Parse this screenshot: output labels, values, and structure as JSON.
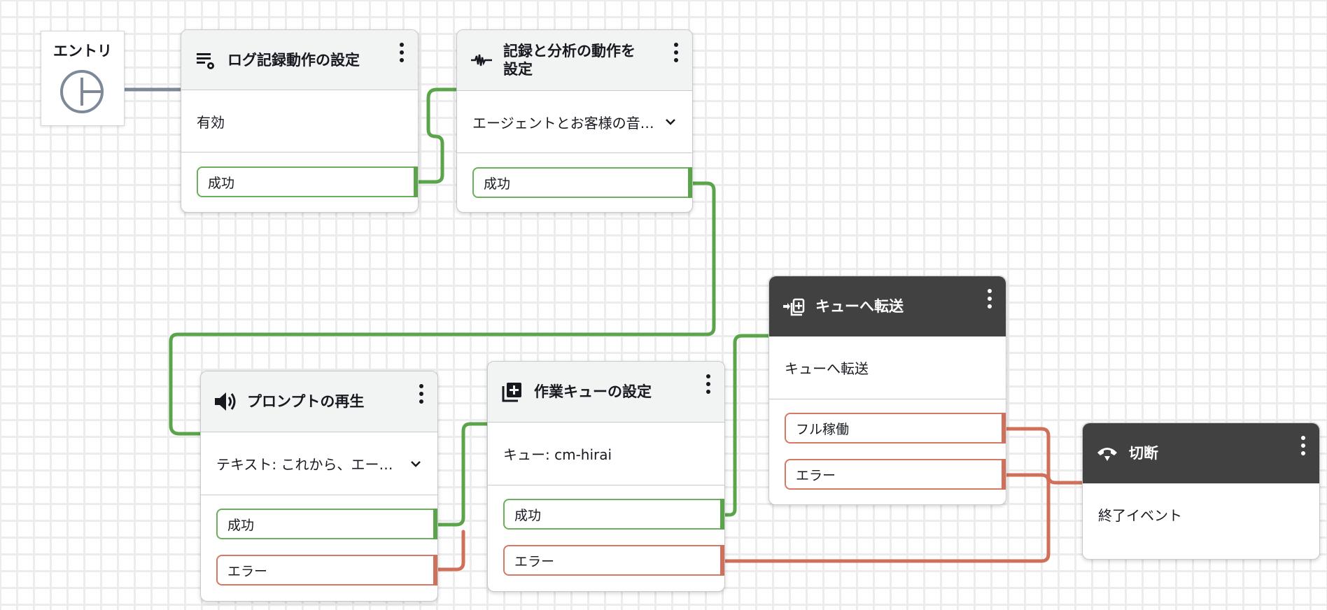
{
  "entry": {
    "label": "エントリ"
  },
  "blocks": {
    "logging": {
      "title": "ログ記録動作の設定",
      "body": "有効",
      "branches": [
        "成功"
      ]
    },
    "recording": {
      "title": "記録と分析の動作を設定",
      "body": "エージェントとお客様の音…",
      "branches": [
        "成功"
      ]
    },
    "prompt": {
      "title": "プロンプトの再生",
      "body": "テキスト: これから、エー…",
      "branches": [
        "成功",
        "エラー"
      ]
    },
    "working_queue": {
      "title": "作業キューの設定",
      "body": "キュー: cm-hirai",
      "branches": [
        "成功",
        "エラー"
      ]
    },
    "transfer_queue": {
      "title": "キューへ転送",
      "body": "キューへ転送",
      "branches": [
        "フル稼働",
        "エラー"
      ]
    },
    "disconnect": {
      "title": "切断",
      "body": "終了イベント"
    }
  },
  "colors": {
    "success": "#5aa44a",
    "error": "#d0705a",
    "entry_wire": "#7d8998",
    "dark_header": "#414141"
  },
  "icons": {
    "logging": "list-settings-icon",
    "recording": "waveform-icon",
    "prompt": "speaker-icon",
    "working_queue": "add-queue-icon",
    "transfer_queue": "transfer-queue-icon",
    "disconnect": "hang-up-icon"
  }
}
